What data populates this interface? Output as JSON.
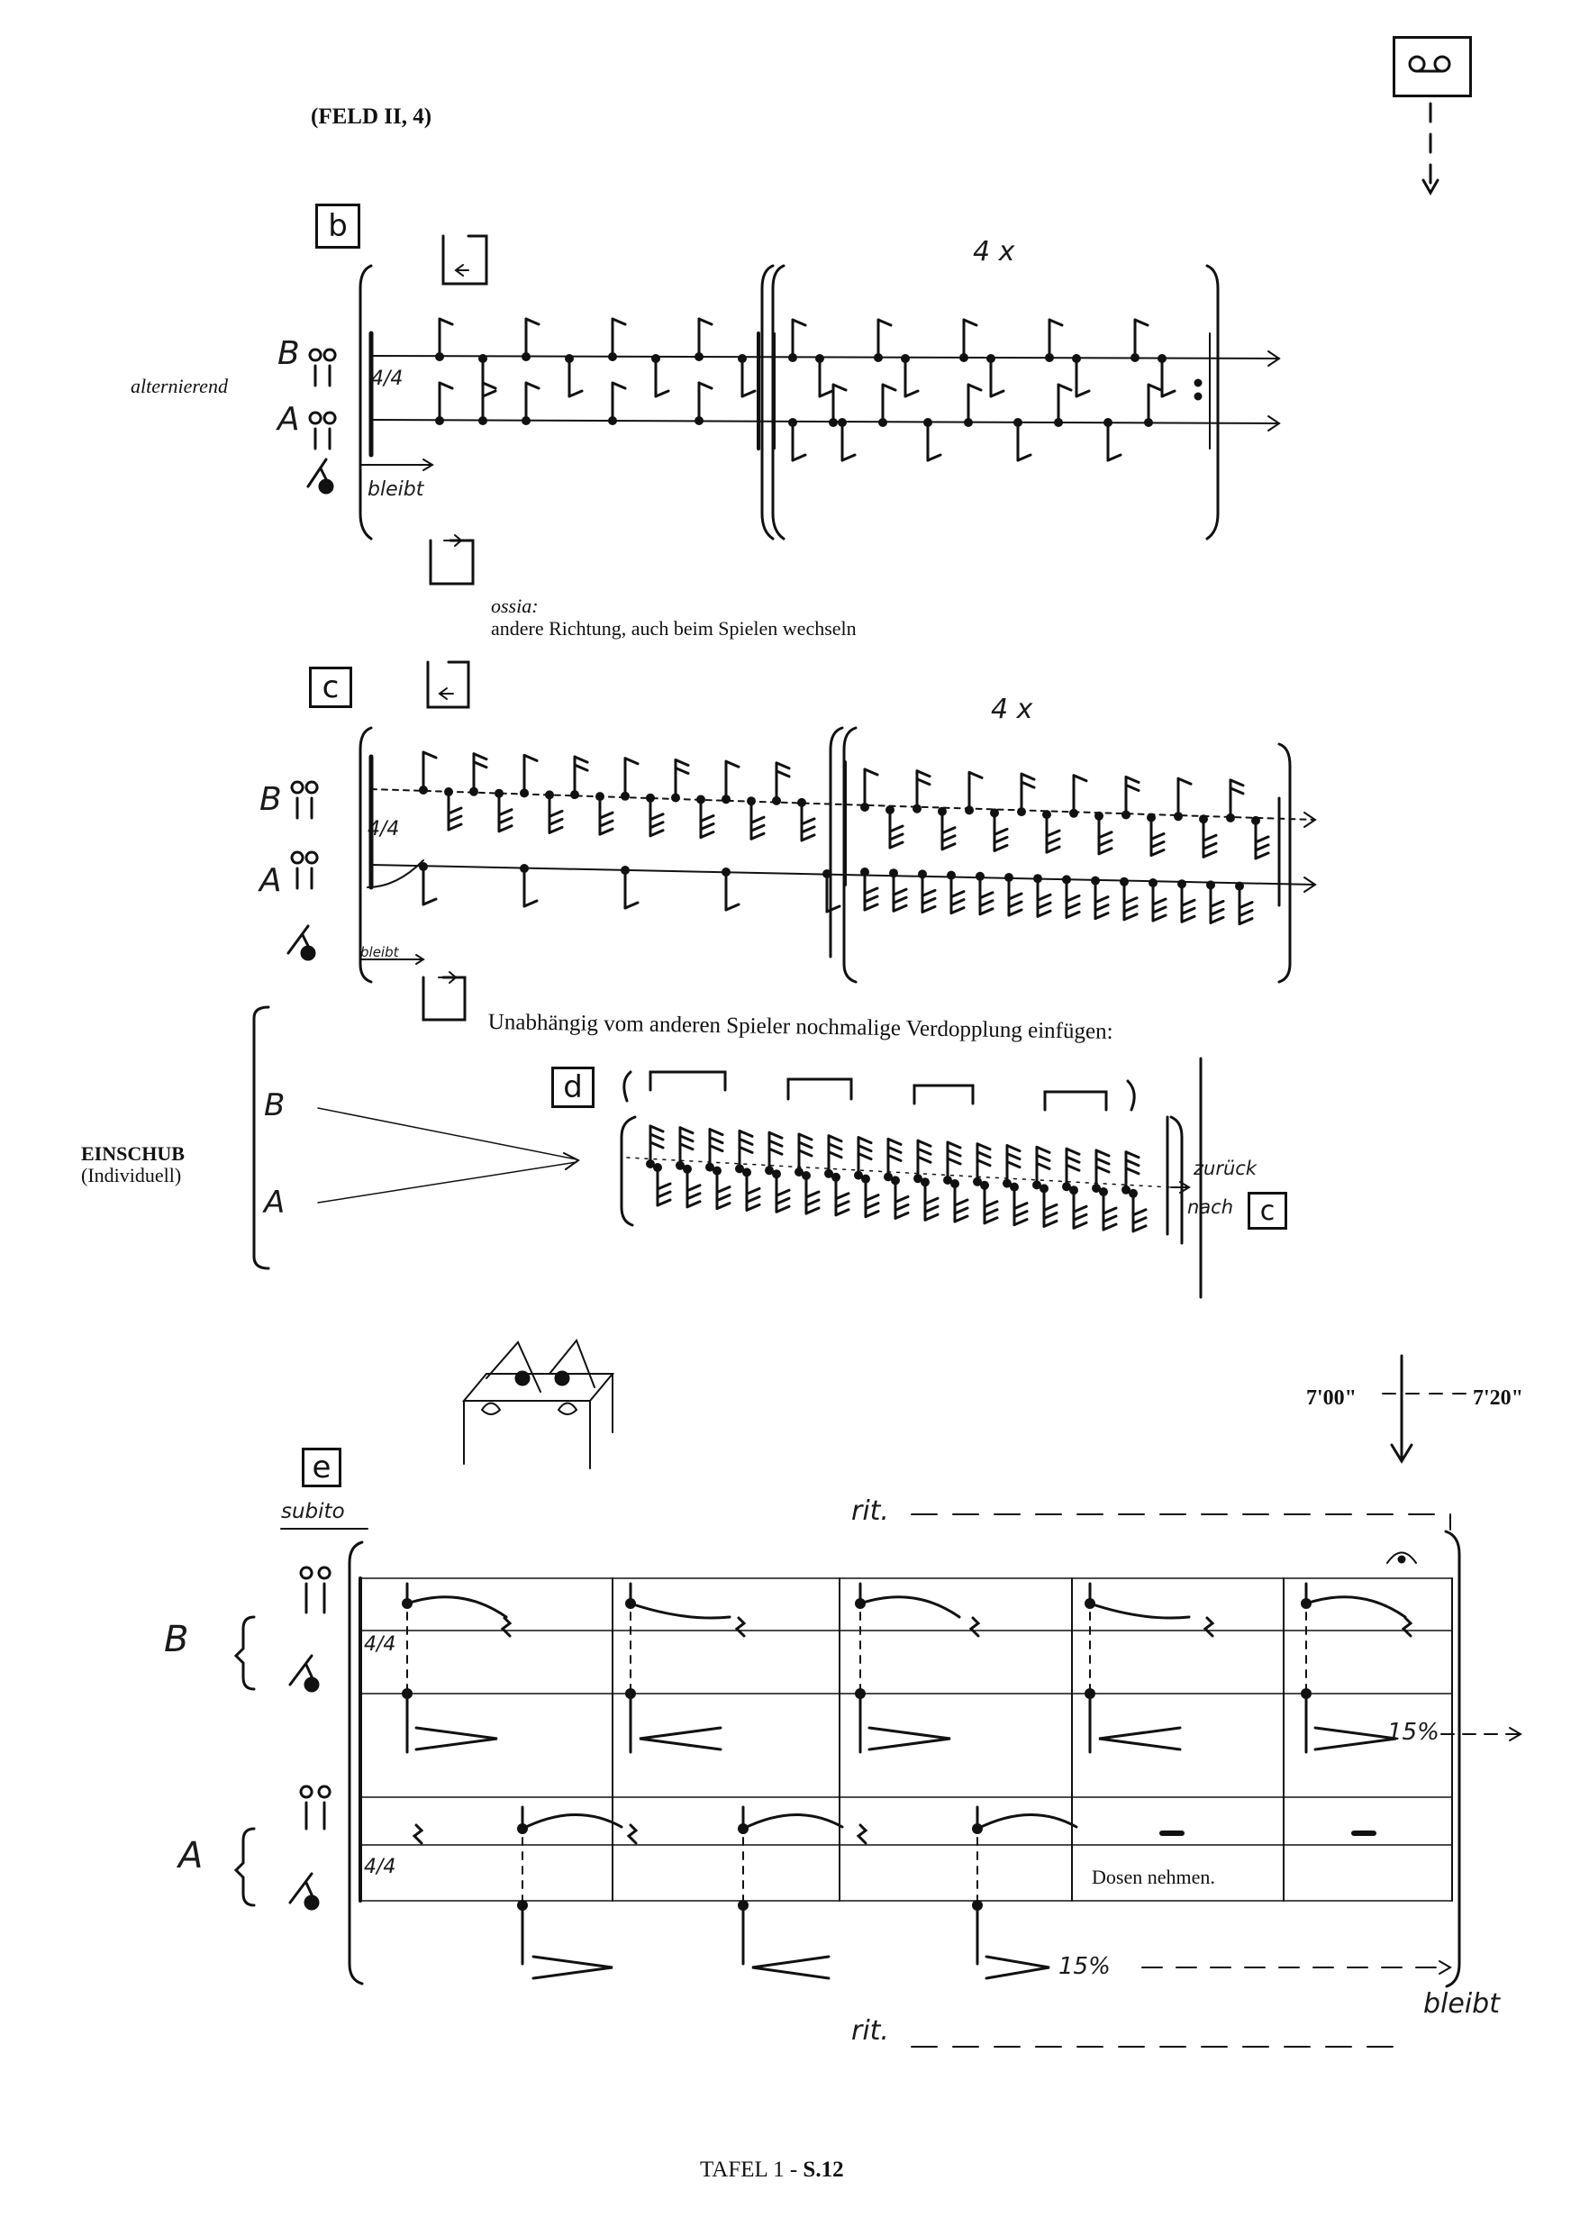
{
  "header": {
    "section": "(FELD II, 4)"
  },
  "footer": {
    "page_ref_prefix": "TAFEL 1 -",
    "page_ref_num": "S.12"
  },
  "cassette": {
    "icon": "cassette-tape-icon"
  },
  "section_b": {
    "label": "b",
    "repeat": "4 x",
    "side_note": "alternierend",
    "staff_B": "B",
    "staff_A": "A",
    "time_sig": "4/4",
    "sustain": "bleibt"
  },
  "ossia": {
    "title": "ossia:",
    "text": "andere Richtung, auch beim Spielen wechseln"
  },
  "section_c": {
    "label": "c",
    "repeat": "4 x",
    "staff_B": "B",
    "staff_A": "A",
    "time_sig": "4/4",
    "sustain": "bleibt"
  },
  "einschub": {
    "title": "EINSCHUB",
    "subtitle": "(Individuell)",
    "instruction": "Unabhängig vom anderen Spieler nochmalige Verdopplung einfügen:",
    "label": "d",
    "staff_B": "B",
    "staff_A": "A",
    "return_text_1": "zurück",
    "return_text_2": "nach",
    "return_box": "c"
  },
  "section_e": {
    "label": "e",
    "subito": "subito",
    "time_start": "7'00\"",
    "time_end": "7'20\"",
    "rit_top": "rit.",
    "rit_bottom": "rit.",
    "staff_B": "B",
    "staff_A": "A",
    "time_sig": "4/4",
    "percent_B": "15%",
    "percent_A": "15%",
    "dosen": "Dosen nehmen.",
    "sustain": "bleibt"
  }
}
